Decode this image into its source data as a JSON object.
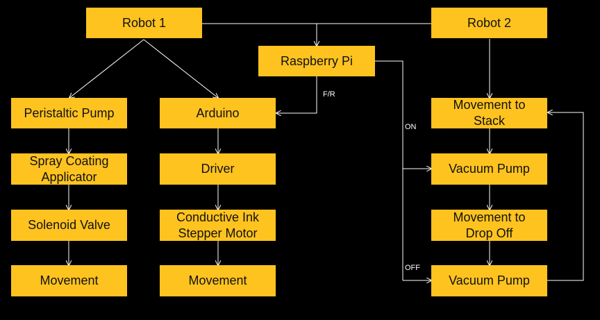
{
  "colors": {
    "background": "#000000",
    "box_fill": "#FFC31F",
    "box_text": "#111111",
    "connector": "#FFFFFF"
  },
  "nodes": {
    "robot1": "Robot 1",
    "robot2": "Robot 2",
    "raspberry_pi": "Raspberry Pi",
    "peristaltic_pump": "Peristaltic Pump",
    "spray_coating": "Spray Coating\nApplicator",
    "solenoid_valve": "Solenoid Valve",
    "movement_left": "Movement",
    "arduino": "Arduino",
    "driver": "Driver",
    "stepper_motor": "Conductive Ink\nStepper Motor",
    "movement_mid": "Movement",
    "movement_to_stack": "Movement to\nStack",
    "vacuum_pump_1": "Vacuum Pump",
    "movement_to_drop_off": "Movement to\nDrop Off",
    "vacuum_pump_2": "Vacuum Pump"
  },
  "edge_labels": {
    "fr": "F/R",
    "on": "ON",
    "off": "OFF"
  }
}
